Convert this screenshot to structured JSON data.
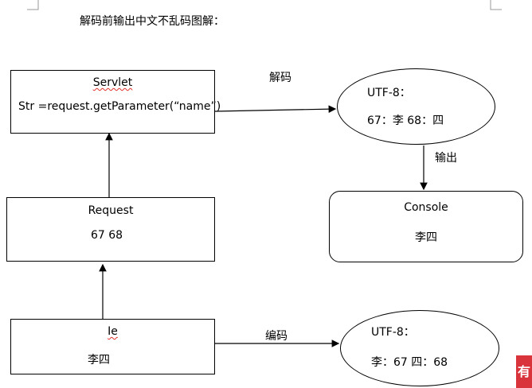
{
  "title": "解码前输出中文不乱码图解：",
  "servlet": {
    "name": "Servlet",
    "code": "Str =request.getParameter(“name”)"
  },
  "request": {
    "name": "Request",
    "bytes": "67   68"
  },
  "ie": {
    "name": "Ie",
    "text": "李四"
  },
  "decode_label": "解码",
  "output_label": "输出",
  "encode_label": "编码",
  "decode_ellipse": {
    "title": "UTF-8：",
    "map": "67：李    68：四"
  },
  "encode_ellipse": {
    "title": "UTF-8：",
    "map": "李：67    四：68"
  },
  "console": {
    "name": "Console",
    "text": "李四"
  },
  "badge_char": "有"
}
